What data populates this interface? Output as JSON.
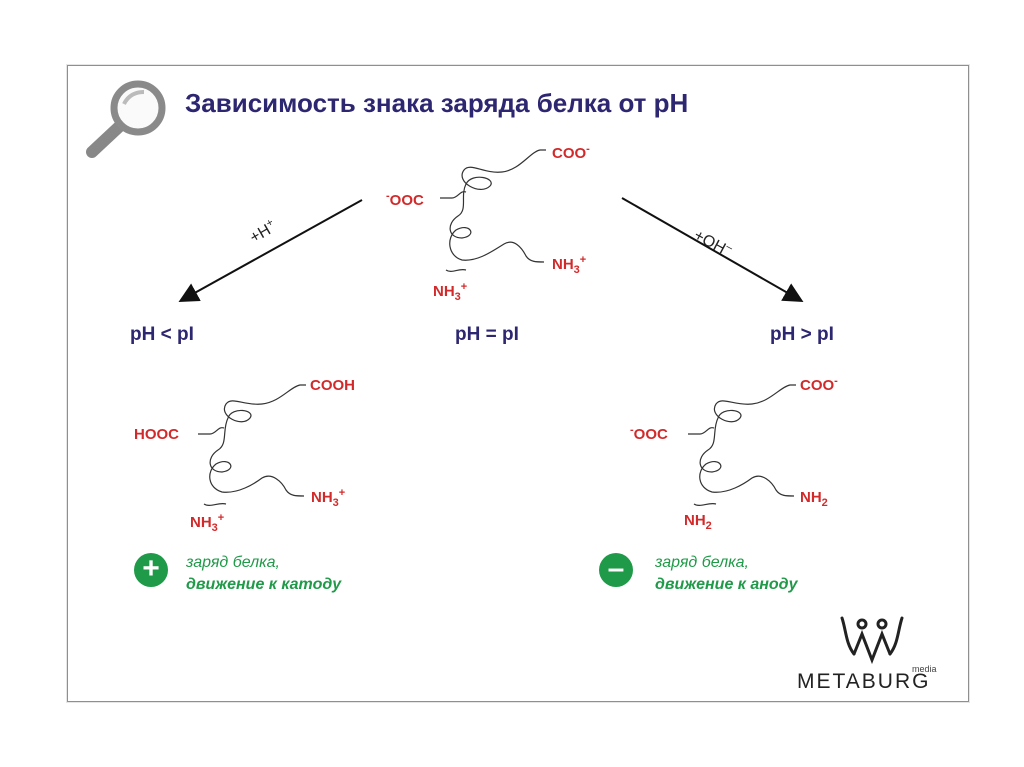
{
  "title": "Зависимость знака заряда белка от pH",
  "conditions": {
    "left": "pH < pI",
    "center": "pH = pI",
    "right": "pH > pI"
  },
  "arrows": {
    "left_ion": "+H",
    "left_ion_charge": "+",
    "right_ion": "+OH",
    "right_ion_charge": "–"
  },
  "center_protein": {
    "top_group": "COO",
    "top_charge": "-",
    "side_group": "OOC",
    "side_charge": "-",
    "right_amine": "NH",
    "right_amine_sub": "3",
    "right_amine_charge": "+",
    "bottom_amine": "NH",
    "bottom_amine_sub": "3",
    "bottom_amine_charge": "+"
  },
  "left_protein": {
    "top_group": "COOH",
    "side_group": "HOOC",
    "right_amine": "NH",
    "right_amine_sub": "3",
    "right_amine_charge": "+",
    "bottom_amine": "NH",
    "bottom_amine_sub": "3",
    "bottom_amine_charge": "+"
  },
  "right_protein": {
    "top_group": "COO",
    "top_charge": "-",
    "side_group": "OOC",
    "side_charge": "-",
    "right_amine": "NH",
    "right_amine_sub": "2",
    "bottom_amine": "NH",
    "bottom_amine_sub": "2"
  },
  "charge_left": {
    "symbol": "+",
    "line1": "заряд белка,",
    "line2": "движение к катоду"
  },
  "charge_right": {
    "symbol": "–",
    "line1": "заряд белка,",
    "line2": "движение к аноду"
  },
  "logo": {
    "text": "METABURG",
    "small": "media"
  },
  "colors": {
    "title": "#2d2670",
    "groups": "#d22a2a",
    "charge": "#1f9a48"
  },
  "icons": [
    "magnifier-icon",
    "metaburg-logo-icon"
  ]
}
